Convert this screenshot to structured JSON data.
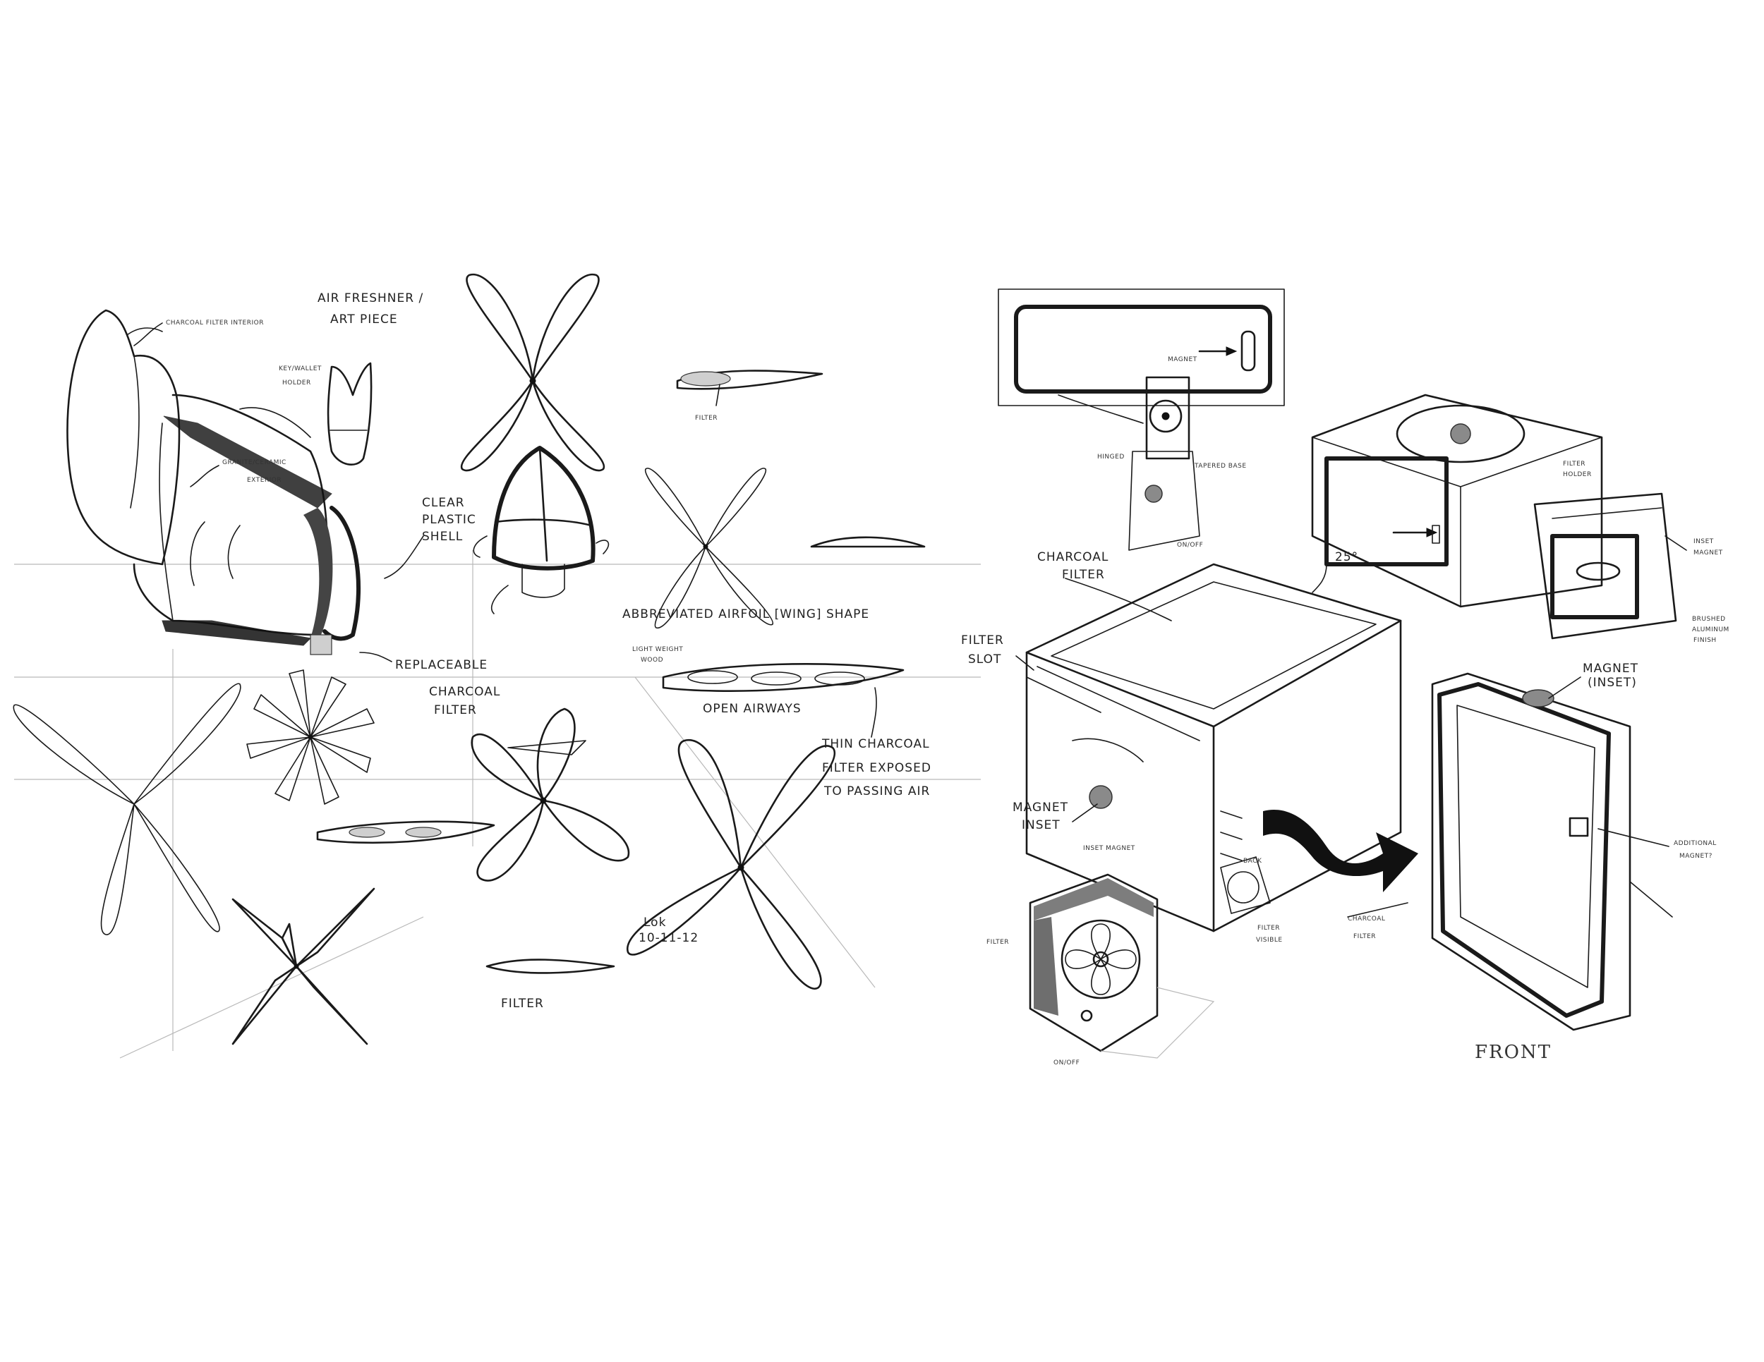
{
  "labels": {
    "charcoal_filter_interior": "CHARCOAL FILTER INTERIOR",
    "air_freshener": "AIR FRESHNER /",
    "art_piece": "ART PIECE",
    "key_wallet": "KEY/WALLET",
    "holder": "HOLDER",
    "granite_ceramic": "GRANITE/CERAMIC",
    "exterior": "EXTERIOR",
    "clear": "CLEAR",
    "plastic": "PLASTIC",
    "shell": "SHELL",
    "replaceable": "REPLACEABLE",
    "charcoal": "CHARCOAL",
    "filter": "FILTER",
    "filter_top": "FILTER",
    "abbreviated": "ABBREVIATED  AIRFOIL [WING] SHAPE",
    "light_weight": "LIGHT WEIGHT",
    "wood": "WOOD",
    "open_airways": "OPEN AIRWAYS",
    "thin_charcoal": "THIN CHARCOAL",
    "filter_exposed": "FILTER  EXPOSED",
    "to_passing_air": "TO PASSING AIR",
    "filter_bottom": "FILTER",
    "signature": "Lok",
    "date": "10-11-12",
    "magnet": "MAGNET",
    "hinged": "HINGED",
    "tapered_base": "TAPERED BASE",
    "on_off": "ON/OFF",
    "charcoal_filter_box": "CHARCOAL",
    "charcoal_filter_box2": "FILTER",
    "angle": "25°",
    "filter_slot": "FILTER",
    "filter_slot2": "SLOT",
    "magnet_inset": "MAGNET",
    "magnet_inset2": "INSET",
    "inset_magnet": "INSET MAGNET",
    "filter_small": "FILTER",
    "on_off_small": "ON/OFF",
    "back": "BACK",
    "filter_visible": "FILTER",
    "filter_visible2": "VISIBLE",
    "filter_holder": "FILTER",
    "filter_holder2": "HOLDER",
    "inset_magnet_r": "INSET",
    "inset_magnet_r2": "MAGNET",
    "brushed_aluminum": "BRUSHED",
    "brushed_aluminum2": "ALUMINUM",
    "brushed_aluminum3": "FINISH",
    "magnet_inset_r": "MAGNET",
    "magnet_inset_r2": "(INSET)",
    "charcoal_filter_r": "CHARCOAL",
    "charcoal_filter_r2": "FILTER",
    "additional_magnet": "ADDITIONAL",
    "additional_magnet2": "MAGNET?",
    "front": "FRONT"
  },
  "colors": {
    "ink": "#1a1a1a",
    "guide": "#b9b9b9",
    "paper": "#ffffff",
    "shade": "#8a8a8a"
  }
}
